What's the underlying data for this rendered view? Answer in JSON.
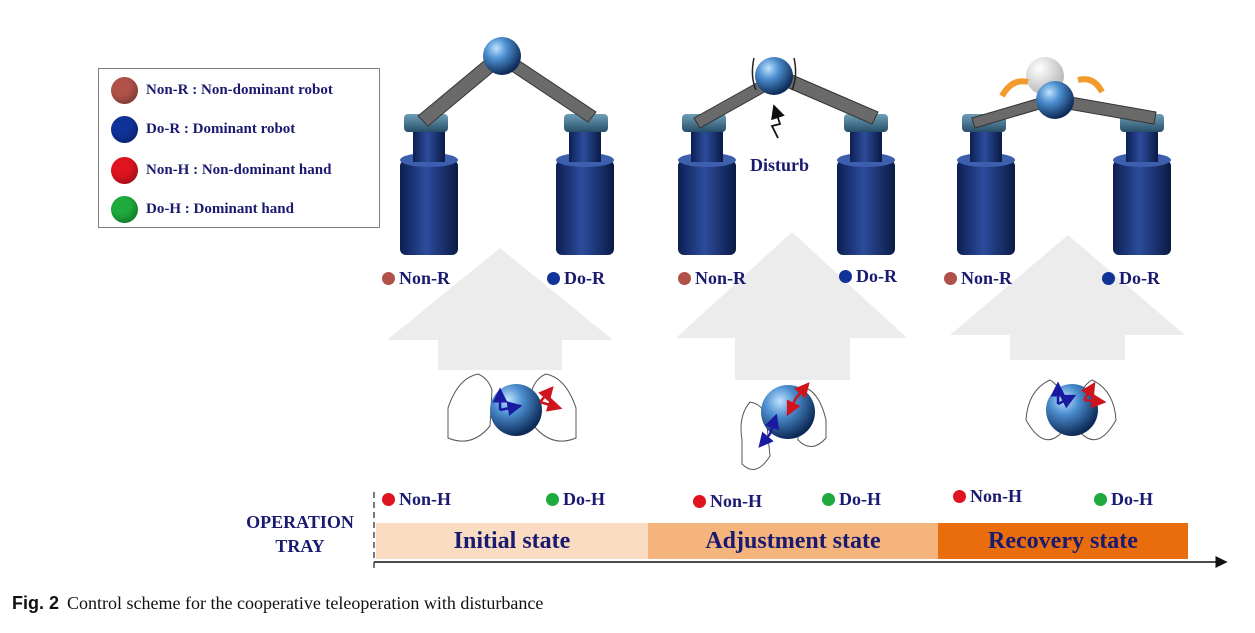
{
  "legend": [
    {
      "text": "Non-R : Non-dominant robot",
      "color": "#b0524a"
    },
    {
      "text": "Do-R : Dominant robot",
      "color": "#10339a"
    },
    {
      "text": "Non-H : Non-dominant hand",
      "color": "#e0141e"
    },
    {
      "text": "Do-H : Dominant hand",
      "color": "#1eaa3c"
    }
  ],
  "robot_labels": {
    "non_r": "Non-R",
    "do_r": "Do-R"
  },
  "hand_labels": {
    "non_h": "Non-H",
    "do_h": "Do-H"
  },
  "disturb_label": "Disturb",
  "operation_tray": "OPERATION TRAY",
  "states": [
    {
      "label": "Initial state",
      "color": "#f9dcc2"
    },
    {
      "label": "Adjustment state",
      "color": "#f5b47c"
    },
    {
      "label": "Recovery state",
      "color": "#ea6d0d"
    }
  ],
  "caption": {
    "fig": "Fig. 2",
    "text": "Control scheme for the cooperative teleoperation with disturbance"
  }
}
